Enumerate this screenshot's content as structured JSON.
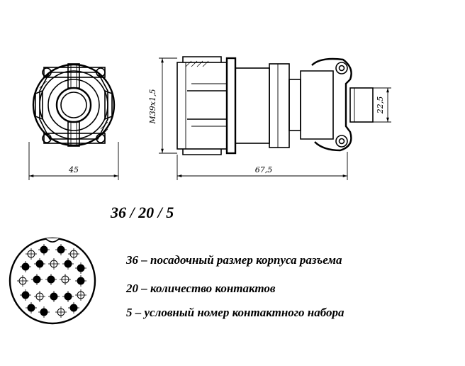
{
  "dimensions": {
    "front_width": "45",
    "side_length": "67,5",
    "thread": "M39x1,5",
    "flange_height": "22,5"
  },
  "designation": "36 / 20 / 5",
  "legend": [
    "36 – посадочный размер корпуса разъема",
    "20 – количество контактов",
    "5 – условный номер контактного набора"
  ]
}
